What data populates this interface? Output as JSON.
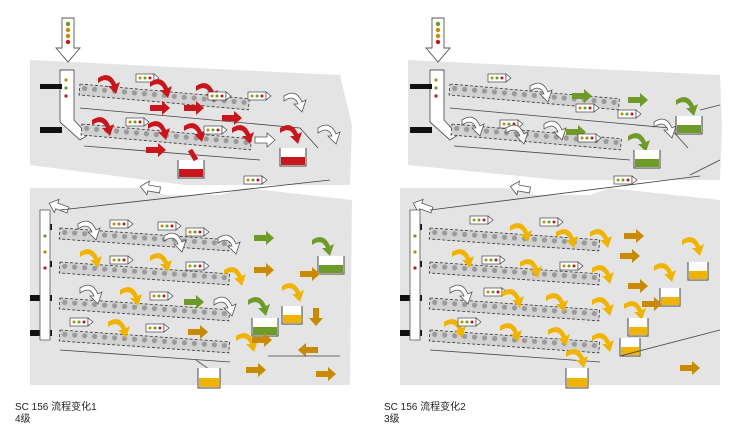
{
  "colors": {
    "red": "#c8161c",
    "green": "#6e9a2a",
    "yellow": "#f0b400",
    "orange": "#c78a00",
    "panel": "#e4e4e4",
    "deck": "#d4d4d4",
    "outline": "#ffffff",
    "dark": "#111111"
  },
  "left": {
    "caption_title": "SC 156 流程变化1",
    "caption_sub": "4级"
  },
  "right": {
    "caption_title": "SC 156 流程变化2",
    "caption_sub": "3级"
  }
}
